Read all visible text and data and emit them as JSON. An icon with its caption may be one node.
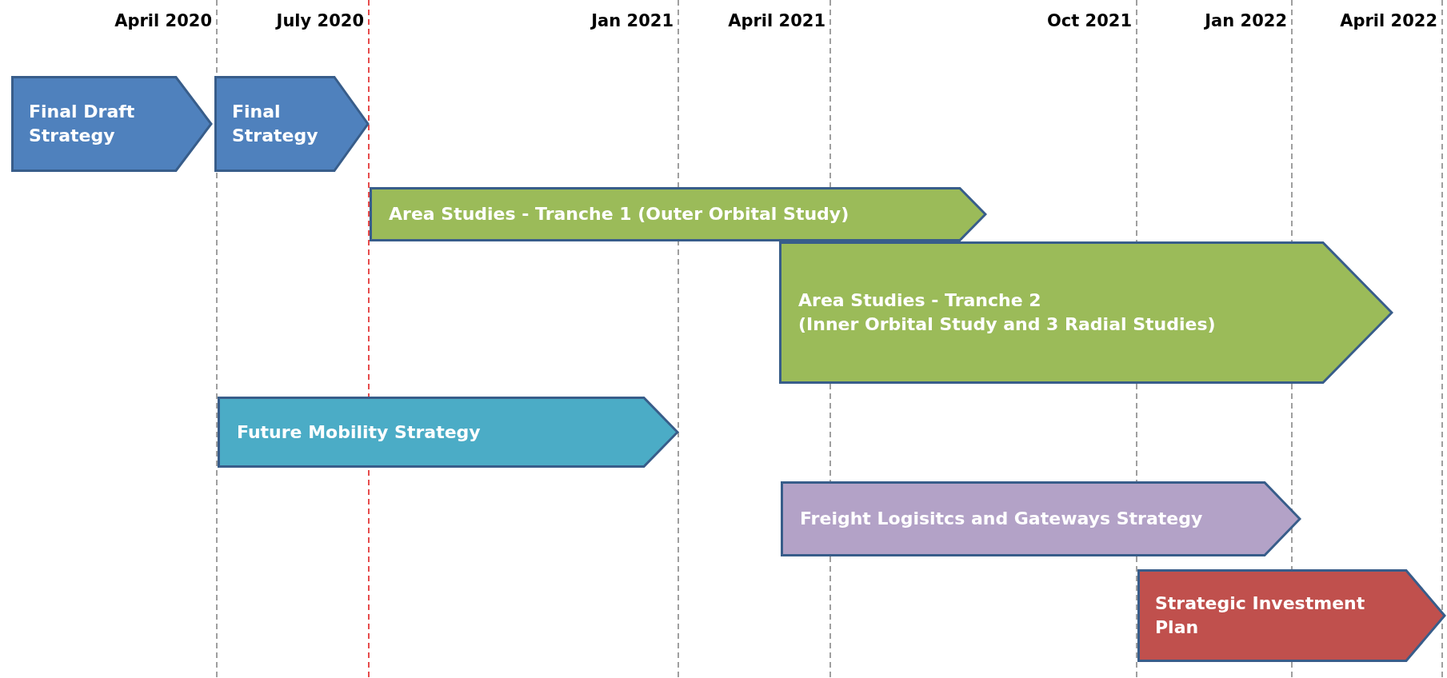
{
  "diagram": {
    "nodes": [
      {
        "text": [
          "Final Draft Strategy"
        ]
      },
      {
        "text": [
          "Final Strategy"
        ]
      },
      {
        "text": [
          "Area Studies - Tranche 1 (Outer Orbital Study)"
        ]
      },
      {
        "text": [
          "Area Studies - Tranche 2",
          "(Inner Orbital Study and 3 Radial Studies)"
        ]
      },
      {
        "text": [
          "Future Mobility Strategy"
        ]
      },
      {
        "text": [
          "Freight Logisitcs and Gateways Strategy"
        ]
      },
      {
        "text": [
          "Strategic Investment Plan"
        ]
      }
    ],
    "labels": [
      "April 2020",
      "July 2020",
      "Jan 2021",
      "April 2021",
      "Oct 2021",
      "Jan 2022",
      "April 2022"
    ]
  }
}
